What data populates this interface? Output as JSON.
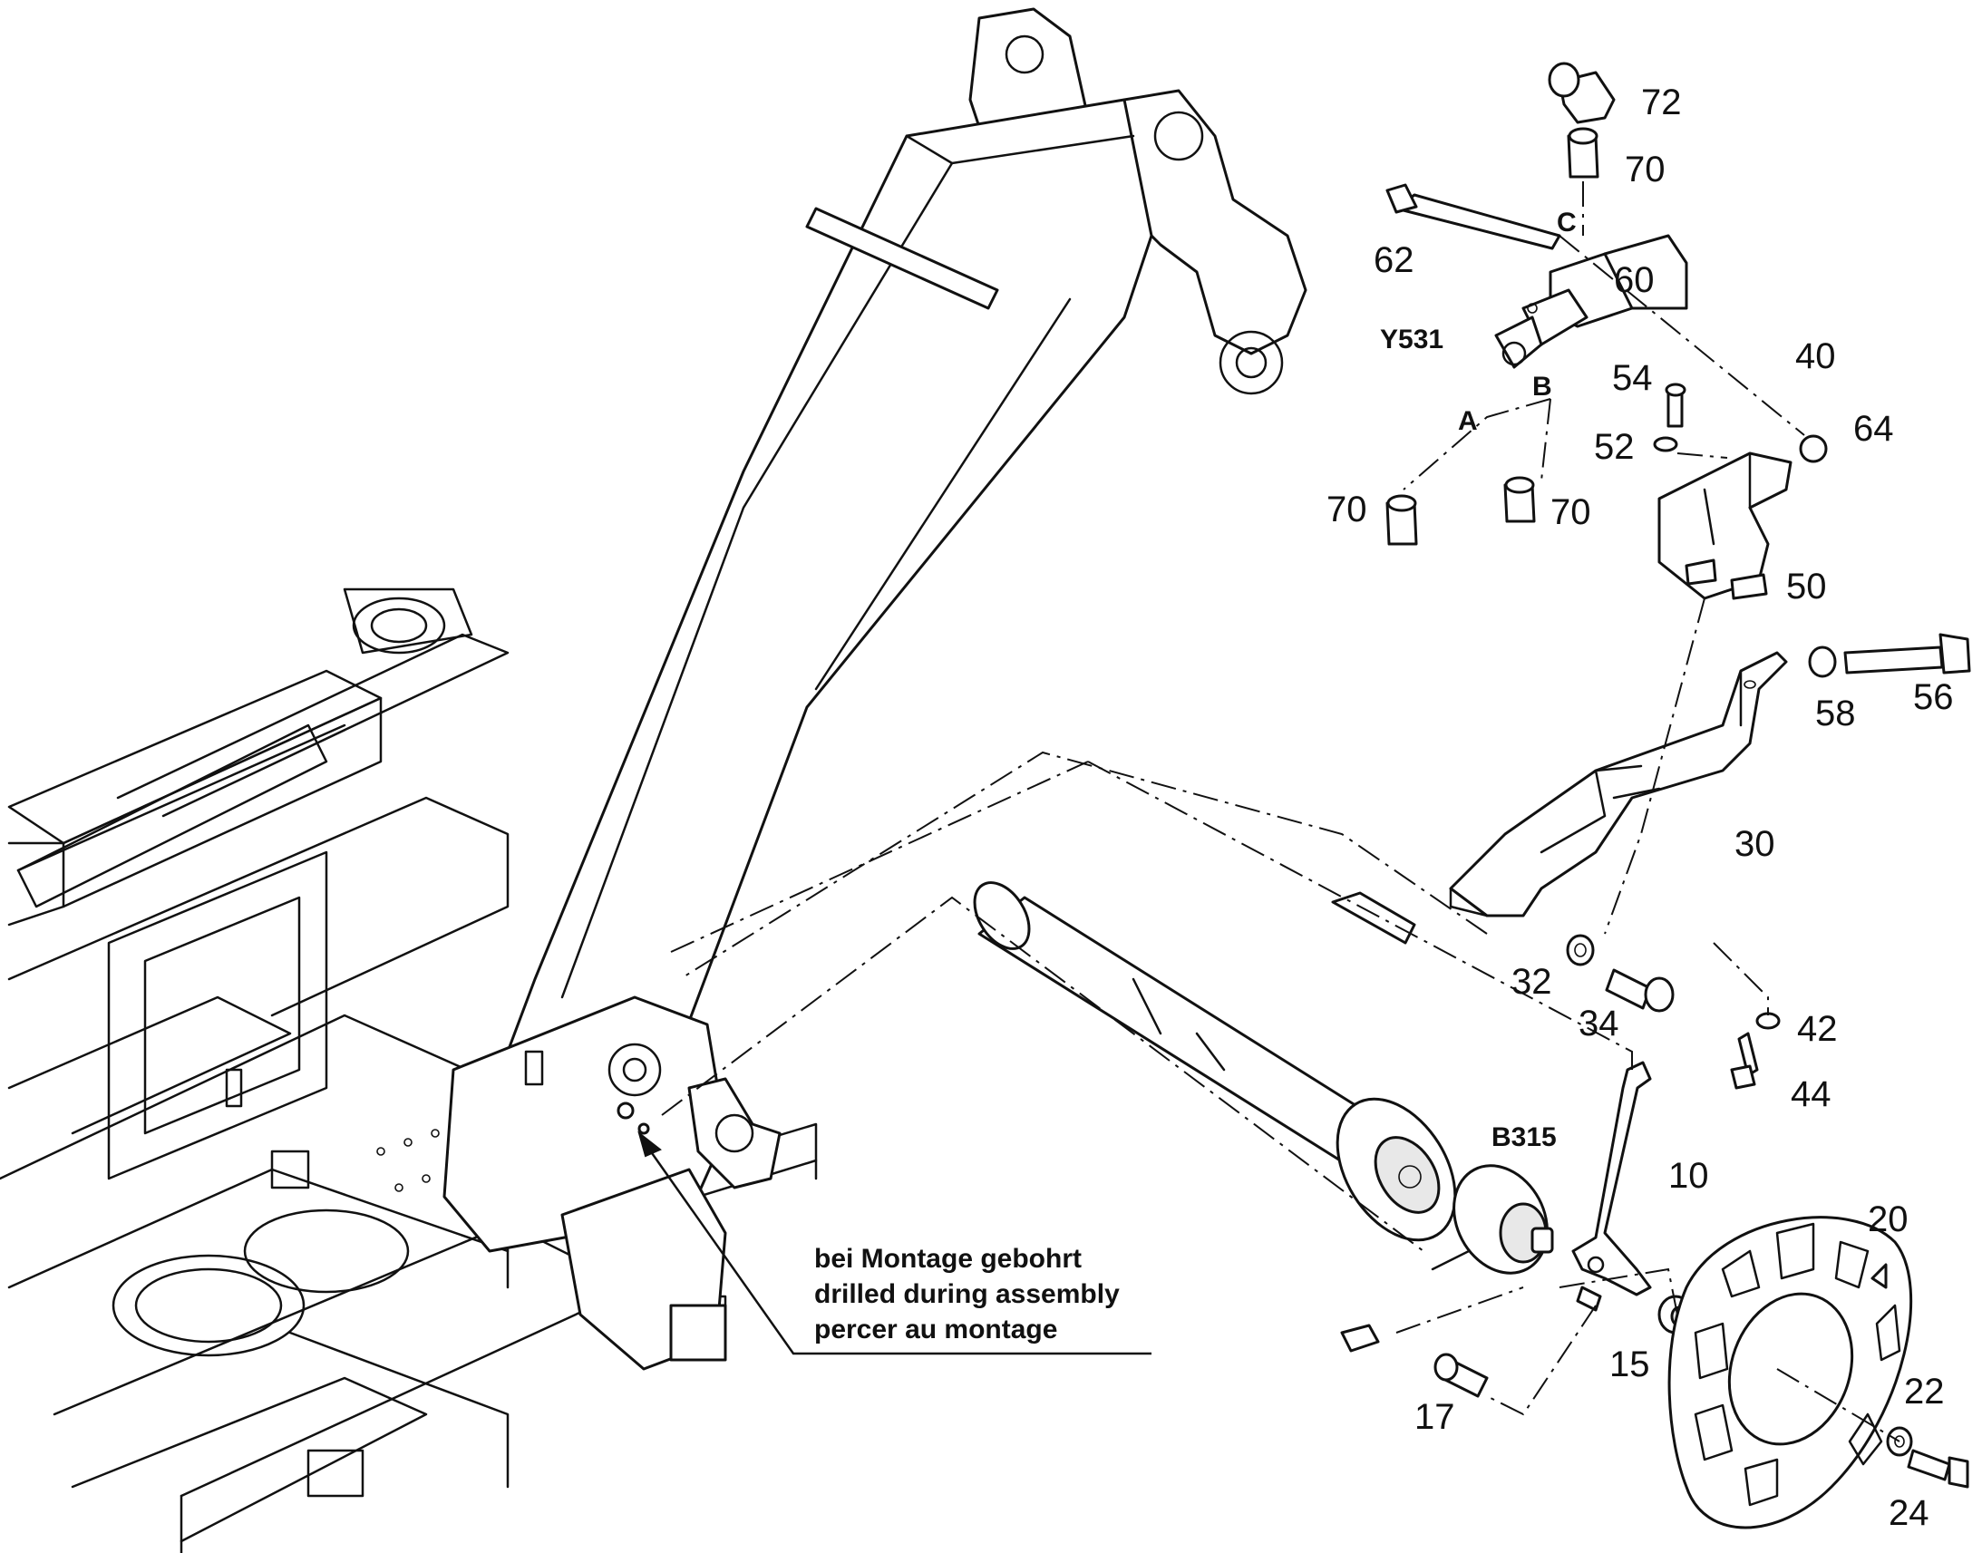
{
  "labels": {
    "p72": "72",
    "p70a": "70",
    "p62": "62",
    "p60": "60",
    "y531": "Y531",
    "c": "C",
    "b": "B",
    "a": "A",
    "p40": "40",
    "p54": "54",
    "p64": "64",
    "p52": "52",
    "p70b": "70",
    "p70c": "70",
    "p50": "50",
    "p58": "58",
    "p56": "56",
    "p30": "30",
    "p32": "32",
    "p34": "34",
    "p42": "42",
    "p44": "44",
    "b315": "B315",
    "p10": "10",
    "p20": "20",
    "p15": "15",
    "p17": "17",
    "p22": "22",
    "p24": "24"
  },
  "note": {
    "line1": "bei Montage gebohrt",
    "line2": "drilled during assembly",
    "line3": "percer au montage"
  }
}
